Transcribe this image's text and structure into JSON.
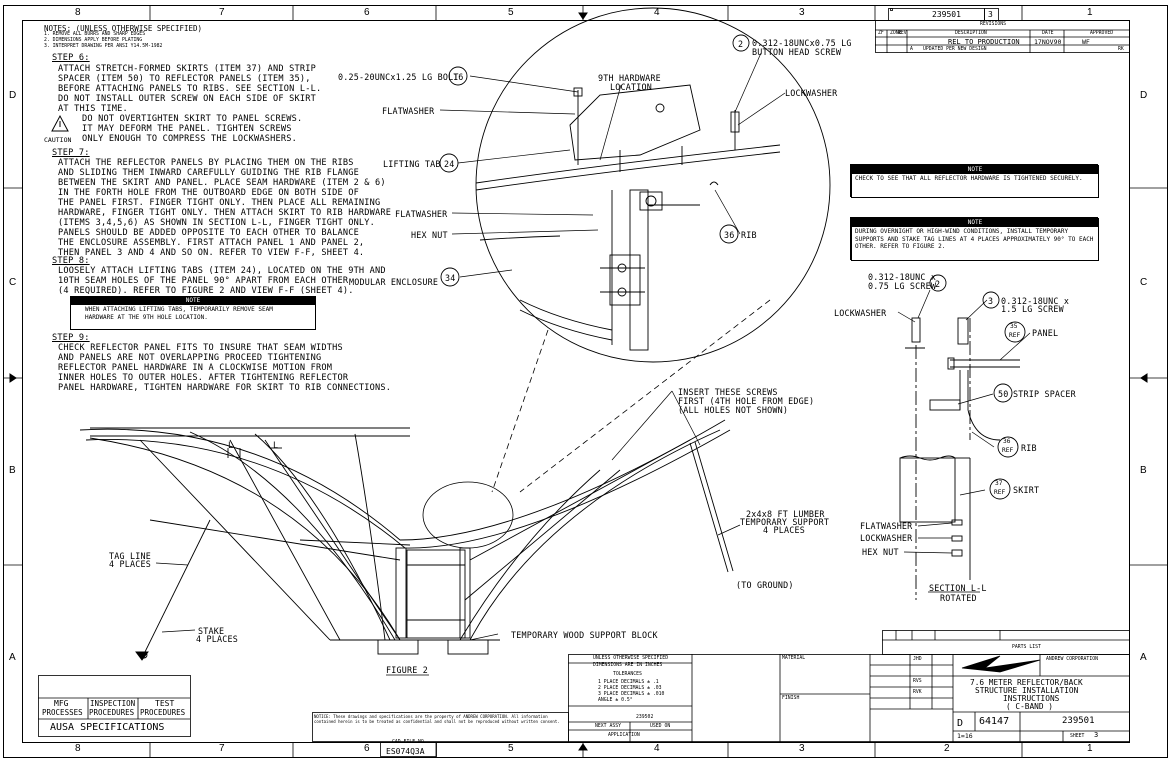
{
  "zones": {
    "top": [
      "8",
      "7",
      "6",
      "5",
      "4",
      "3",
      "2",
      "1"
    ],
    "bottom": [
      "8",
      "7",
      "6",
      "5",
      "4",
      "3",
      "2",
      "1"
    ],
    "left": [
      "D",
      "C",
      "B",
      "A"
    ],
    "right": [
      "D",
      "C",
      "B",
      "A"
    ]
  },
  "notes": {
    "header": "NOTES: (UNLESS OTHERWISE SPECIFIED)",
    "general": [
      "1. REMOVE ALL BURRS AND SHARP EDGES",
      "2. DIMENSIONS APPLY BEFORE PLATING",
      "3. INTERPRET DRAWING PER ANSI Y14.5M-1982"
    ],
    "step6": {
      "title": "STEP 6:",
      "lines": [
        "ATTACH STRETCH-FORMED SKIRTS (ITEM 37) AND STRIP",
        "SPACER (ITEM 50) TO REFLECTOR PANELS (ITEM 35),",
        "BEFORE ATTACHING PANELS TO RIBS. SEE SECTION L-L.",
        "DO NOT INSTALL OUTER SCREW ON EACH SIDE OF SKIRT",
        "AT THIS TIME."
      ],
      "caution_lines": [
        "DO NOT OVERTIGHTEN SKIRT TO PANEL SCREWS.",
        "IT MAY DEFORM THE PANEL. TIGHTEN SCREWS",
        "ONLY ENOUGH TO COMPRESS THE LOCKWASHERS."
      ],
      "caution_label": "CAUTION"
    },
    "step7": {
      "title": "STEP 7:",
      "lines": [
        "ATTACH THE REFLECTOR PANELS BY PLACING THEM ON THE RIBS",
        "AND SLIDING THEM INWARD CAREFULLY GUIDING THE RIB FLANGE",
        "BETWEEN THE SKIRT AND PANEL. PLACE SEAM HARDWARE (ITEM 2 & 6)",
        "IN THE FORTH HOLE FROM THE OUTBOARD EDGE ON BOTH SIDE OF",
        "THE PANEL FIRST. FINGER TIGHT ONLY. THEN PLACE ALL REMAINING",
        "HARDWARE, FINGER TIGHT ONLY. THEN ATTACH SKIRT TO RIB HARDWARE",
        "(ITEMS 3,4,5,6) AS SHOWN IN SECTION L-L, FINGER TIGHT ONLY.",
        "PANELS SHOULD BE ADDED OPPOSITE TO EACH OTHER TO BALANCE",
        "THE ENCLOSURE ASSEMBLY. FIRST ATTACH PANEL 1 AND PANEL 2,",
        "THEN PANEL 3 AND 4 AND SO ON. REFER TO VIEW F-F, SHEET 4."
      ]
    },
    "step8": {
      "title": "STEP 8:",
      "lines": [
        "LOOSELY ATTACH LIFTING TABS (ITEM 24), LOCATED ON THE 9TH AND",
        "10TH SEAM HOLES OF THE PANEL 90° APART FROM EACH OTHER",
        "(4 REQUIRED). REFER TO FIGURE 2 AND VIEW F-F (SHEET 4)."
      ],
      "note_title": "NOTE",
      "note_lines": [
        "WHEN ATTACHING LIFTING TABS, TEMPORARILY REMOVE SEAM",
        "HARDWARE AT THE 9TH HOLE LOCATION."
      ]
    },
    "step9": {
      "title": "STEP 9:",
      "lines": [
        "CHECK REFLECTOR PANEL FITS TO INSURE THAT SEAM WIDTHS",
        "AND PANELS ARE NOT OVERLAPPING PROCEED TIGHTENING",
        "REFLECTOR PANEL HARDWARE IN A CLOCKWISE MOTION FROM",
        "INNER HOLES TO OUTER HOLES. AFTER TIGHTENING REFLECTOR",
        "PANEL HARDWARE, TIGHTEN HARDWARE FOR SKIRT TO RIB CONNECTIONS."
      ]
    }
  },
  "side_notes": {
    "note1_title": "NOTE",
    "note1_text": "CHECK TO SEE THAT ALL REFLECTOR HARDWARE IS TIGHTENED SECURELY.",
    "note2_title": "NOTE",
    "note2_text": "DURING OVERNIGHT OR HIGH-WIND CONDITIONS, INSTALL TEMPORARY SUPPORTS AND STAKE TAG LINES AT 4 PLACES APPROXIMATELY 90° TO EACH OTHER. REFER TO FIGURE 2."
  },
  "detail_labels": {
    "bolt": "0.25-20UNCx1.25 LG BOLT",
    "bolt_item": "16",
    "screw": "0.312-18UNCx0.75 LG",
    "screw2": "BUTTON HEAD SCREW",
    "screw_item": "2",
    "hw9": "9TH HARDWARE",
    "hw9b": "LOCATION",
    "lockwasher": "LOCKWASHER",
    "flatwasher1": "FLATWASHER",
    "lifting_tab": "LIFTING TAB",
    "lifting_tab_item": "24",
    "flatwasher2": "FLATWASHER",
    "hexnut": "HEX NUT",
    "rib": "RIB",
    "rib_item": "36",
    "modular": "MODULAR ENCLOSURE",
    "modular_item": "34"
  },
  "figure": {
    "insert1": "INSERT THESE SCREWS",
    "insert2": "FIRST (4TH HOLE FROM EDGE)",
    "insert3": "(ALL HOLES NOT SHOWN)",
    "lumber1": "2x4x8 FT LUMBER",
    "lumber2": "TEMPORARY SUPPORT",
    "lumber3": "4 PLACES",
    "ground": "(TO GROUND)",
    "tag1": "TAG LINE",
    "tag2": "4 PLACES",
    "stake1": "STAKE",
    "stake2": "4 PLACES",
    "block": "TEMPORARY WOOD SUPPORT BLOCK",
    "title": "FIGURE 2",
    "sec_mark": "L"
  },
  "section": {
    "screw1": "0.312-18UNC x",
    "screw1b": "0.75 LG SCREW",
    "screw1_item": "2",
    "screw2": "0.312-18UNC x",
    "screw2b": "1.5 LG SCREW",
    "screw2_item": "3",
    "lockwasher": "LOCKWASHER",
    "panel": "PANEL",
    "panel_item": "35",
    "ref": "REF",
    "strip": "STRIP SPACER",
    "strip_item": "50",
    "rib": "RIB",
    "rib_item": "36",
    "skirt": "SKIRT",
    "skirt_item": "37",
    "flatwasher": "FLATWASHER",
    "lockwasher2": "LOCKWASHER",
    "hexnut": "HEX NUT",
    "title": "SECTION L-L",
    "subtitle": "ROTATED"
  },
  "revisions": {
    "dwg_no": "239501",
    "sheet": "3",
    "title": "REVISIONS",
    "headers": [
      "ZF",
      "ZONE",
      "REV",
      "DESCRIPTION",
      "DATE",
      "APPROVED"
    ],
    "rows": [
      {
        "rev": "",
        "desc": "REL TO PRODUCTION",
        "date": "17NOV90",
        "appr": "WF"
      },
      {
        "rev": "A",
        "desc": "UPDATED PER NEW DESIGN",
        "date": "",
        "appr": "RK"
      }
    ]
  },
  "title_block": {
    "parts_list": "PARTS LIST",
    "company": "ANDREW CORPORATION",
    "title1": "7.6 METER REFLECTOR/BACK",
    "title2": "STRUCTURE INSTALLATION",
    "title3": "INSTRUCTIONS",
    "title4": "( C-BAND )",
    "size": "D",
    "code": "64147",
    "dwg": "239501",
    "scale": "1=16",
    "sheet_label": "SHEET",
    "sheet": "3",
    "rev": "A",
    "drawn": "JHD",
    "checked": "RVS",
    "approved": "RVK",
    "material": "MATERIAL",
    "finish": "FINISH",
    "tolerances": "TOLERANCES",
    "tol_head": "UNLESS OTHERWISE SPECIFIED",
    "tol_dims": "DIMENSIONS ARE IN INCHES",
    "tol1": "1 PLACE DECIMALS ± .1",
    "tol2": "2 PLACE DECIMALS ± .03",
    "tol3": "3 PLACE DECIMALS ± .010",
    "tol4": "ANGLE ± 0.5°",
    "next_assy": "NEXT ASSY",
    "used_on": "USED ON",
    "application": "APPLICATION",
    "similar": "239502"
  },
  "spec_box": {
    "mfg1": "MFG",
    "mfg2": "PROCESSES",
    "insp1": "INSPECTION",
    "insp2": "PROCEDURES",
    "test1": "TEST",
    "test2": "PROCEDURES",
    "label": "AUSA SPECIFICATIONS"
  },
  "cad_file": {
    "label": "CAD FILE NO.",
    "value": "ES074Q3A"
  },
  "legal": "NOTICE: These drawings and specifications are the property of ANDREW CORPORATION. All information contained herein is to be treated as confidential and shall not be reproduced without written consent."
}
